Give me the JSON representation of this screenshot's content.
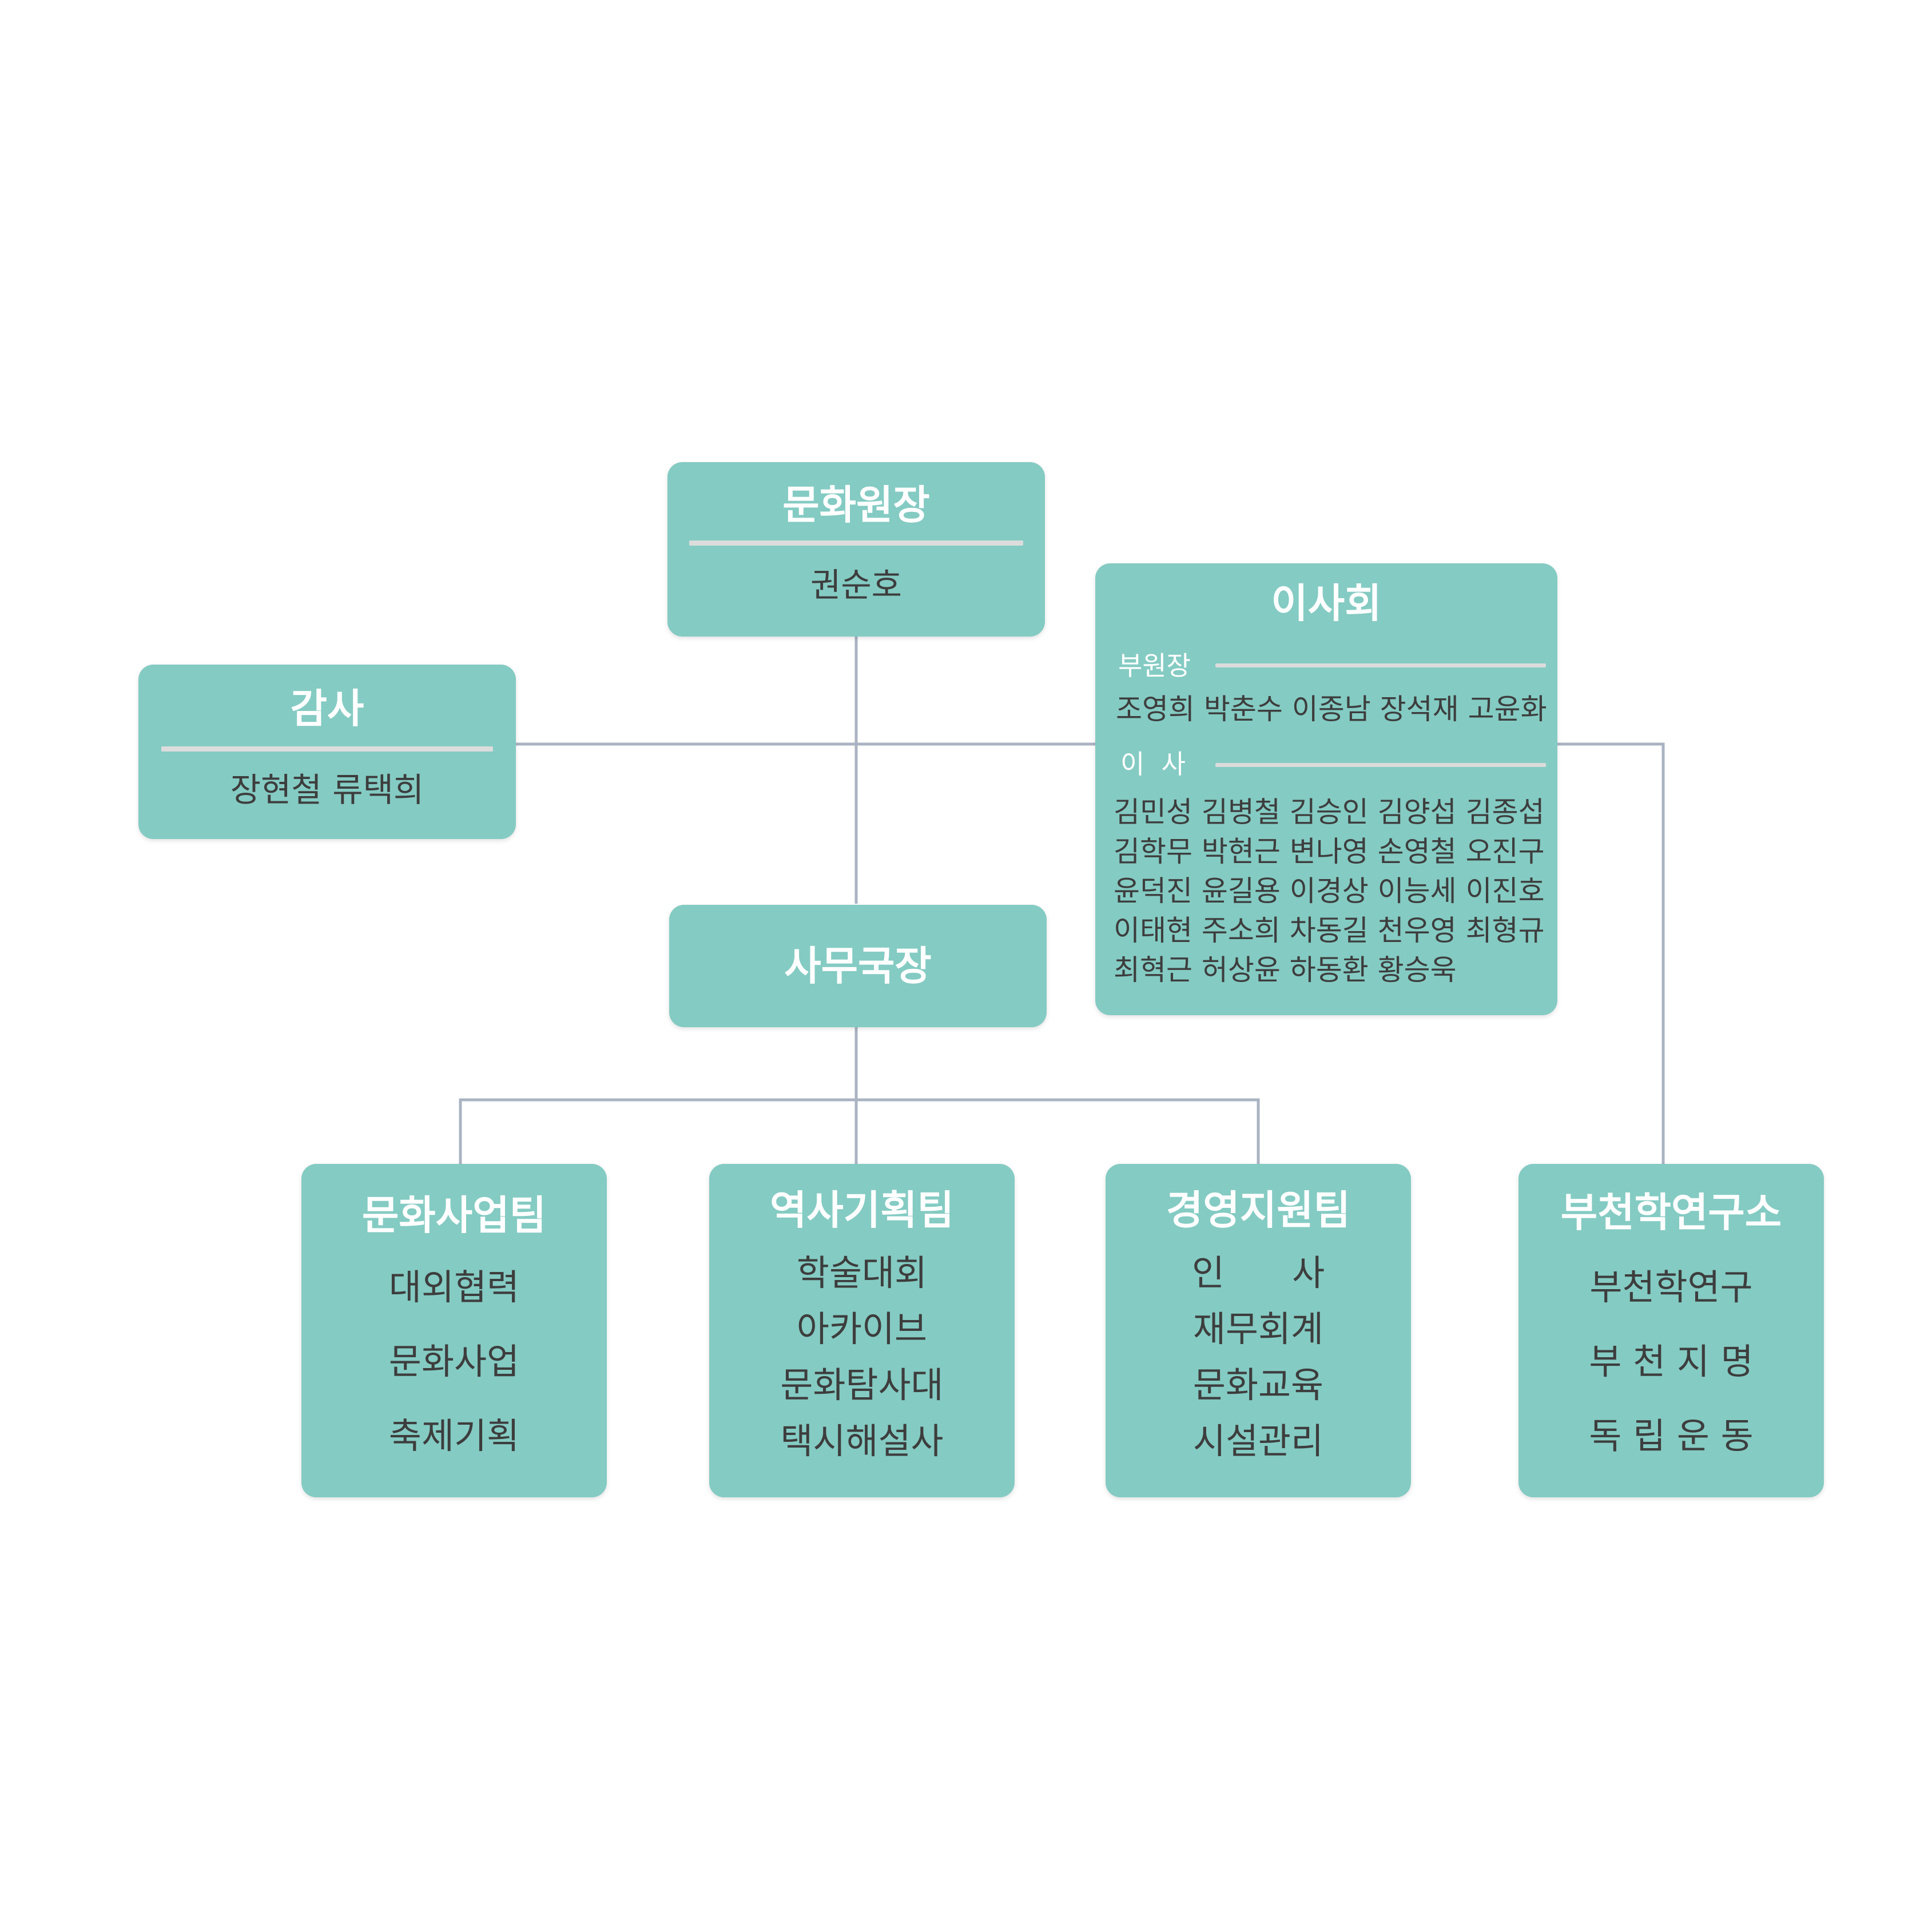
{
  "colors": {
    "box": "#84cbc3",
    "line": "#a9b3c2",
    "title": "#ffffff",
    "text": "#3d3d3d",
    "rule": "#dcdcdc"
  },
  "director": {
    "title": "문화원장",
    "name": "권순호"
  },
  "auditor": {
    "title": "감사",
    "names": "장현철 류택희"
  },
  "board": {
    "title": "이사회",
    "vice_label": "부원장",
    "vice_names": "조영희 박춘수 이종남 장석재 고윤화",
    "member_label": "이  사",
    "member_rows": [
      "김민성 김병철 김승인 김양섭 김종섭",
      "김학무 박현근 변나영 손영철 오진구",
      "윤덕진 윤길용 이경상 이능세 이진호",
      "이태현 주소희 차동길 천우영 최형규",
      "최혁근 허상윤 하동환 황승욱"
    ]
  },
  "secretary": {
    "title": "사무국장"
  },
  "teams": [
    {
      "title": "문화사업팀",
      "items": [
        "대외협력",
        "문화사업",
        "축제기획"
      ]
    },
    {
      "title": "역사기획팀",
      "items": [
        "학술대회",
        "아카이브",
        "문화탐사대",
        "택시해설사"
      ]
    },
    {
      "title": "경영지원팀",
      "items": [
        "인      사",
        "재무회계",
        "문화교육",
        "시설관리"
      ]
    },
    {
      "title": "부천학연구소",
      "items": [
        "부천학연구",
        "부 천 지 명",
        "독 립 운 동"
      ]
    }
  ]
}
